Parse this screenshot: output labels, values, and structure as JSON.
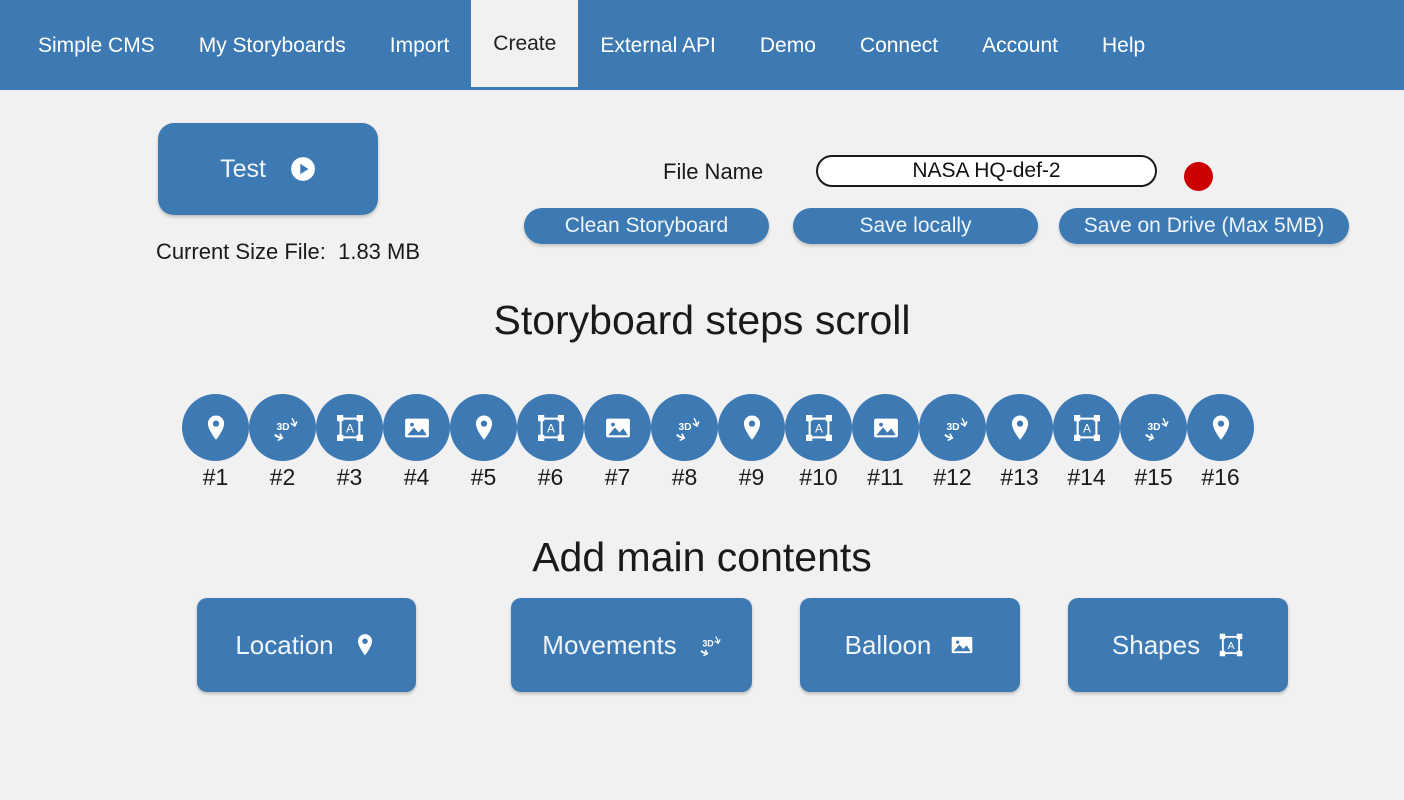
{
  "navbar": {
    "items": [
      {
        "label": "Simple CMS",
        "active": false
      },
      {
        "label": "My Storyboards",
        "active": false
      },
      {
        "label": "Import",
        "active": false
      },
      {
        "label": "Create",
        "active": true
      },
      {
        "label": "External API",
        "active": false
      },
      {
        "label": "Demo",
        "active": false
      },
      {
        "label": "Connect",
        "active": false
      },
      {
        "label": "Account",
        "active": false
      },
      {
        "label": "Help",
        "active": false
      }
    ]
  },
  "toolbar": {
    "test_label": "Test",
    "test_icon": "play-circle-icon",
    "current_size_file": "Current Size File:  1.83 MB",
    "filename_label": "File Name",
    "filename_value": "NASA HQ-def-2",
    "filename_placeholder": "File name",
    "rec_indicator": "record-dot",
    "clean_label": "Clean Storyboard",
    "save_local_label": "Save locally",
    "save_drive_label": "Save on Drive (Max 5MB)"
  },
  "sections": {
    "steps_title": "Storyboard steps scroll",
    "contents_title": "Add main contents"
  },
  "steps": [
    {
      "label": "#1",
      "icon": "location-pin-icon"
    },
    {
      "label": "#2",
      "icon": "rotate-3d-icon"
    },
    {
      "label": "#3",
      "icon": "shapes-frame-icon"
    },
    {
      "label": "#4",
      "icon": "image-icon"
    },
    {
      "label": "#5",
      "icon": "location-pin-icon"
    },
    {
      "label": "#6",
      "icon": "shapes-frame-icon"
    },
    {
      "label": "#7",
      "icon": "image-icon"
    },
    {
      "label": "#8",
      "icon": "rotate-3d-icon"
    },
    {
      "label": "#9",
      "icon": "location-pin-icon"
    },
    {
      "label": "#10",
      "icon": "shapes-frame-icon"
    },
    {
      "label": "#11",
      "icon": "image-icon"
    },
    {
      "label": "#12",
      "icon": "rotate-3d-icon"
    },
    {
      "label": "#13",
      "icon": "location-pin-icon"
    },
    {
      "label": "#14",
      "icon": "shapes-frame-icon"
    },
    {
      "label": "#15",
      "icon": "rotate-3d-icon"
    },
    {
      "label": "#16",
      "icon": "location-pin-icon"
    }
  ],
  "contents": {
    "location_label": "Location",
    "location_icon": "location-pin-icon",
    "movements_label": "Movements",
    "movements_icon": "rotate-3d-icon",
    "balloon_label": "Balloon",
    "balloon_icon": "image-icon",
    "shapes_label": "Shapes",
    "shapes_icon": "shapes-frame-icon"
  },
  "colors": {
    "brand_blue": "#3d7ab3",
    "page_background": "#f1f1f1",
    "record_red": "#cc0000",
    "text_dark": "#1a1a1a",
    "text_on_blue": "#eef4f9"
  }
}
